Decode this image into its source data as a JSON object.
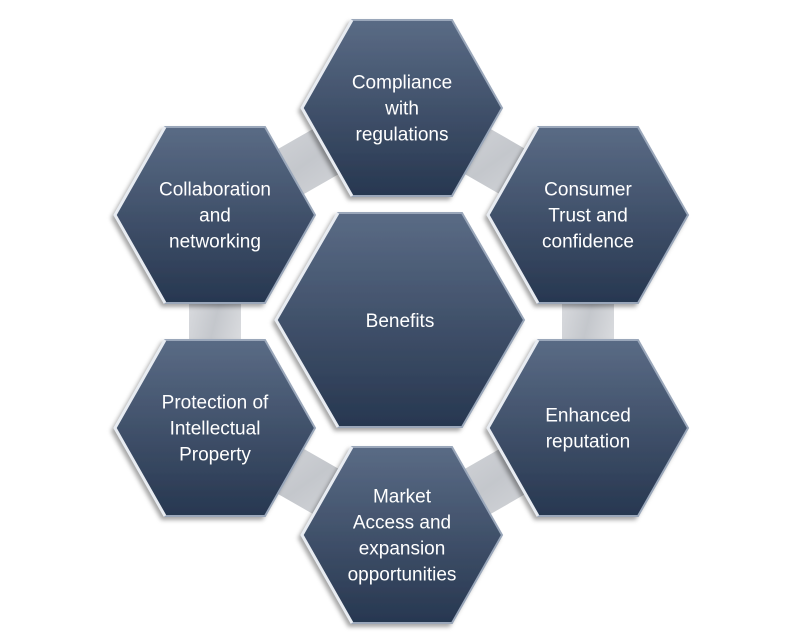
{
  "center": {
    "label": "Benefits"
  },
  "nodes": [
    {
      "id": "compliance",
      "lines": [
        "Compliance",
        "with",
        "regulations"
      ]
    },
    {
      "id": "consumer-trust",
      "lines": [
        "Consumer",
        "Trust and",
        "confidence"
      ]
    },
    {
      "id": "reputation",
      "lines": [
        "Enhanced",
        "reputation"
      ]
    },
    {
      "id": "market-access",
      "lines": [
        "Market",
        "Access and",
        "expansion",
        "opportunities"
      ]
    },
    {
      "id": "ip-protection",
      "lines": [
        "Protection of",
        "Intellectual",
        "Property"
      ]
    },
    {
      "id": "collaboration",
      "lines": [
        "Collaboration",
        "and",
        "networking"
      ]
    }
  ],
  "colors": {
    "hex_top": "#5a6b85",
    "hex_bottom": "#273750",
    "hex_edge": "#9aa7ba",
    "connector": "#c9ccd1",
    "text": "#ffffff"
  }
}
